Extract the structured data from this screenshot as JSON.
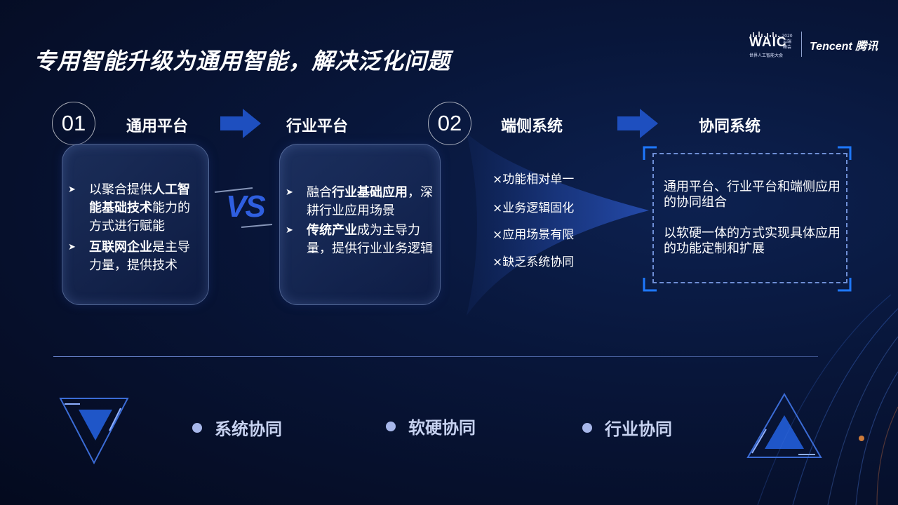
{
  "title": "专用智能升级为通用智能，解决泛化问题",
  "logos": {
    "waic": "WAIC",
    "waic_sub": "世界人工智能大会",
    "waic_year": "2020 云端 峰会",
    "tencent": "Tencent 腾讯"
  },
  "steps": {
    "num1": "01",
    "label1": "通用平台",
    "label2": "行业平台",
    "num2": "02",
    "label3": "端侧系统",
    "label4": "协同系统"
  },
  "vs": "VS",
  "card1": {
    "b1_pre": "以聚合提供",
    "b1_bold": "人工智能基础技术",
    "b1_post": "能力的方式进行赋能",
    "b2_bold": "互联网企业",
    "b2_post": "是主导力量，提供技术"
  },
  "card2": {
    "b1_pre": "融合",
    "b1_bold": "行业基础应用",
    "b1_post": "，深耕行业应用场景",
    "b2_bold": "传统产业",
    "b2_post": "成为主导力量，提供行业业务逻辑"
  },
  "issues": [
    "×功能相对单一",
    "×业务逻辑固化",
    "×应用场景有限",
    "×缺乏系统协同"
  ],
  "collab": {
    "p1": "通用平台、行业平台和端侧应用的协同组合",
    "p2": "以软硬一体的方式实现具体应用的功能定制和扩展"
  },
  "footer": [
    "系统协同",
    "软硬协同",
    "行业协同"
  ],
  "colors": {
    "accent": "#2f5fe0",
    "arrow": "#1e4fbf",
    "dash": "#6f8fd6"
  }
}
